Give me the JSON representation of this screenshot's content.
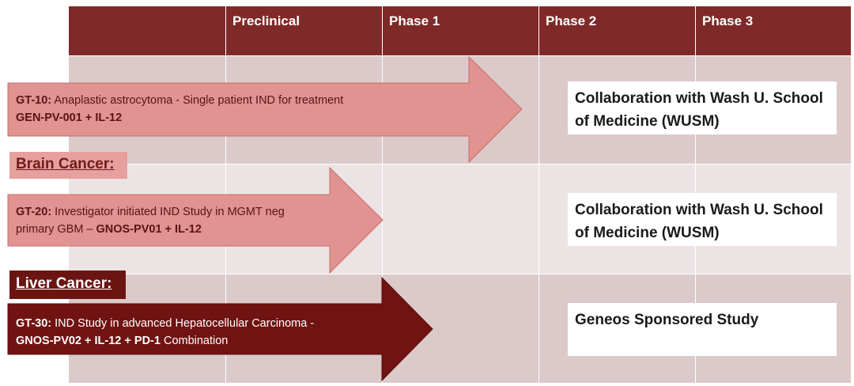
{
  "header": {
    "columns": [
      "Preclinical",
      "Phase 1",
      "Phase 2",
      "Phase 3"
    ]
  },
  "labels": {
    "brain": "Brain Cancer:",
    "liver": "Liver Cancer:"
  },
  "programs": [
    {
      "code": "GT-10:",
      "line1_text": " Anaplastic astrocytoma - Single patient IND for treatment",
      "line2_bold": "GEN-PV-001 + IL-12",
      "line2_text": "",
      "status": "Collaboration with Wash U. School of Medicine (WUSM)"
    },
    {
      "code": "GT-20:",
      "line1_text": " Investigator initiated IND Study in MGMT neg",
      "line2_text": "primary GBM – ",
      "line2_bold": "GNOS-PV01 + IL-12",
      "status": "Collaboration with Wash U. School of Medicine (WUSM)"
    },
    {
      "code": "GT-30:",
      "line1_text": " IND Study in advanced Hepatocellular Carcinoma -",
      "line2_bold": "GNOS-PV02 + IL-12 + PD-1",
      "line2_text": " Combination",
      "status": "Geneos Sponsored Study"
    }
  ],
  "colors": {
    "header": "#7f2a28",
    "arrow_light": "#e09390",
    "arrow_dark": "#701312",
    "band_1": "#dccaca",
    "band_2": "#ece4e4",
    "band_3": "#dccaca"
  }
}
